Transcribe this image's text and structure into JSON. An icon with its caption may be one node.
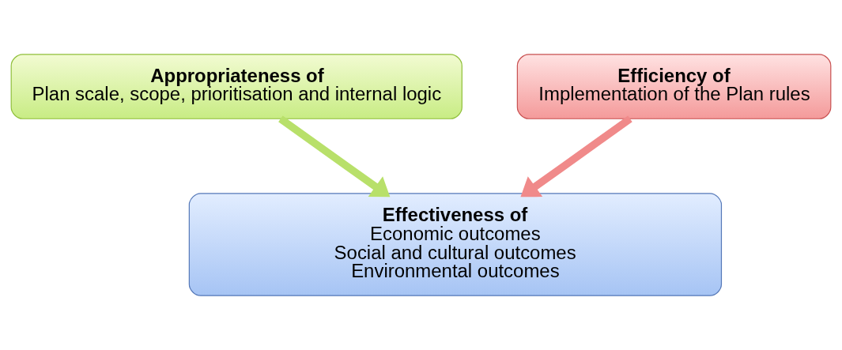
{
  "diagram": {
    "nodes": [
      {
        "text": [
          "Appropriateness of",
          "Plan scale, scope, prioritisation and internal logic"
        ]
      },
      {
        "text": [
          "Efficiency of",
          "Implementation of the Plan rules"
        ]
      },
      {
        "text": [
          "Effectiveness of",
          "Economic outcomes",
          "Social and cultural outcomes",
          "Environmental outcomes"
        ]
      }
    ],
    "edges": [
      {
        "from": 0,
        "to": 2,
        "arrow": "to",
        "color": "#b8e06a"
      },
      {
        "from": 1,
        "to": 2,
        "arrow": "to",
        "color": "#f08a8a"
      }
    ]
  }
}
